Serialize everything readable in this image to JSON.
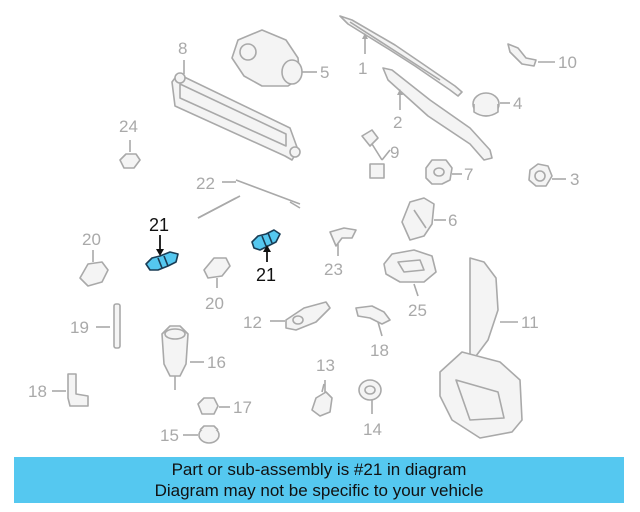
{
  "callouts": {
    "c1": "1",
    "c2": "2",
    "c3": "3",
    "c4": "4",
    "c5": "5",
    "c6": "6",
    "c7": "7",
    "c8": "8",
    "c9": "9",
    "c10": "10",
    "c11": "11",
    "c12": "12",
    "c13": "13",
    "c14": "14",
    "c15": "15",
    "c16": "16",
    "c17": "17",
    "c18": "18",
    "c19": "19",
    "c20a": "20",
    "c20b": "20",
    "c21a": "21",
    "c21b": "21",
    "c22": "22",
    "c23": "23",
    "c24": "24",
    "c25": "25"
  },
  "highlight_part": "21",
  "colors": {
    "highlight": "#55c8f0",
    "outline": "#a9a9a9",
    "text": "#111111"
  },
  "banner": {
    "line1": "Part or sub-assembly is #21 in diagram",
    "line2": "Diagram may not be specific to your vehicle"
  }
}
